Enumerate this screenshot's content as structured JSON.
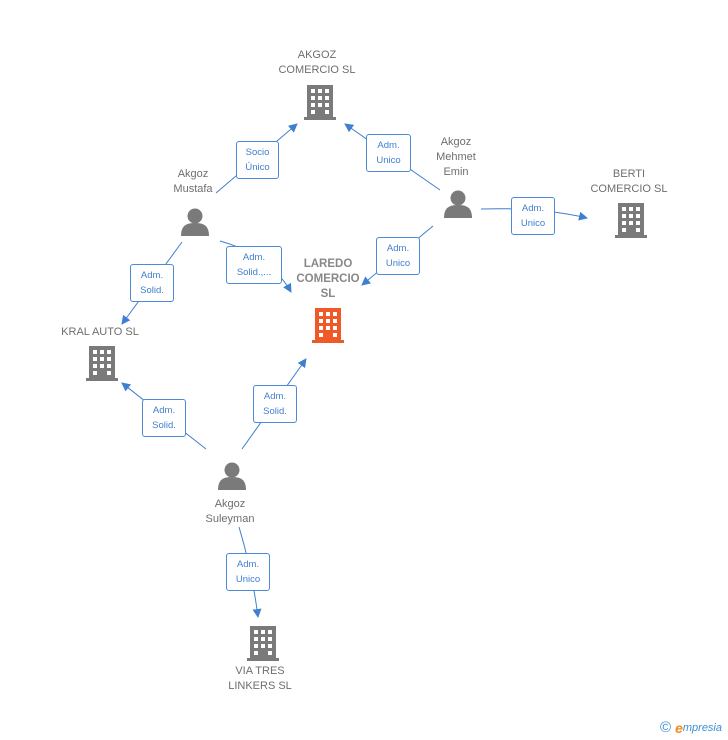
{
  "colors": {
    "line": "#3f7fcf",
    "building": "#7a7a7a",
    "building_main": "#f05a28",
    "person": "#7a7a7a",
    "label_text": "#6e6e6e",
    "edge_text": "#3f7fcf"
  },
  "nodes": {
    "akgoz_comercio": {
      "label": "AKGOZ\nCOMERCIO  SL",
      "kind": "company",
      "icon": "building-icon"
    },
    "akgoz_mehmet_emin": {
      "label": "Akgoz\nMehmet\nEmin",
      "kind": "person",
      "icon": "person-icon"
    },
    "berti_comercio": {
      "label": "BERTI\nCOMERCIO  SL",
      "kind": "company",
      "icon": "building-icon"
    },
    "akgoz_mustafa": {
      "label": "Akgoz\nMustafa",
      "kind": "person",
      "icon": "person-icon"
    },
    "laredo_comercio": {
      "label": "LAREDO\nCOMERCIO\nSL",
      "kind": "company-main",
      "icon": "building-icon"
    },
    "kral_auto": {
      "label": "KRAL AUTO  SL",
      "kind": "company",
      "icon": "building-icon"
    },
    "akgoz_suleyman": {
      "label": "Akgoz\nSuleyman",
      "kind": "person",
      "icon": "person-icon"
    },
    "via_tres_linkers": {
      "label": "VIA TRES\nLINKERS  SL",
      "kind": "company",
      "icon": "building-icon"
    }
  },
  "edges": [
    {
      "id": "mustafa-akgoz",
      "label": "Socio\nÚnico"
    },
    {
      "id": "mehmet-akgoz",
      "label": "Adm.\nUnico"
    },
    {
      "id": "mehmet-berti",
      "label": "Adm.\nUnico"
    },
    {
      "id": "mehmet-laredo",
      "label": "Adm.\nUnico"
    },
    {
      "id": "mustafa-laredo",
      "label": "Adm.\nSolid.,..."
    },
    {
      "id": "mustafa-kral",
      "label": "Adm.\nSolid."
    },
    {
      "id": "suleyman-kral",
      "label": "Adm.\nSolid."
    },
    {
      "id": "suleyman-laredo",
      "label": "Adm.\nSolid."
    },
    {
      "id": "suleyman-via",
      "label": "Adm.\nUnico"
    }
  ],
  "footer": {
    "copyright": "©",
    "brand_e": "e",
    "brand_rest": "mpresia"
  }
}
